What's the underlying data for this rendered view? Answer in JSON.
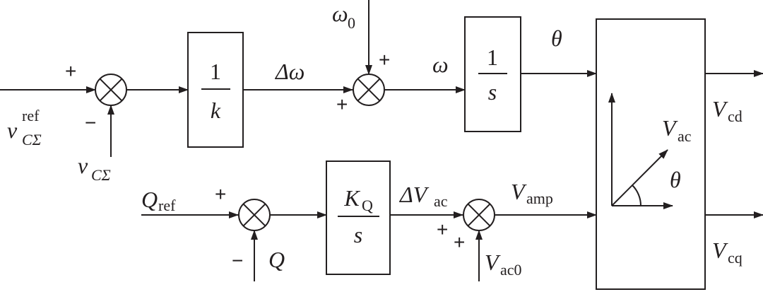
{
  "labels": {
    "v_ref": "v",
    "v_ref_sup": "ref",
    "v_ref_sub": "CΣ",
    "v_meas": "v",
    "v_meas_sub": "CΣ",
    "delta_omega": "Δω",
    "omega0": "ω",
    "omega0_sub": "0",
    "omega": "ω",
    "theta_top": "θ",
    "theta_angle": "θ",
    "q_ref": "Q",
    "q_ref_sub": "ref",
    "q": "Q",
    "delta_vac": "ΔV",
    "delta_vac_sub": "ac",
    "v_amp": "V",
    "v_amp_sub": "amp",
    "v_ac0": "V",
    "v_ac0_sub": "ac0",
    "v_ac": "V",
    "v_ac_sub": "ac",
    "v_cd": "V",
    "v_cd_sub": "cd",
    "v_cq": "V",
    "v_cq_sub": "cq"
  },
  "blocks": {
    "gain_k": {
      "numerator": "1",
      "denominator": "k"
    },
    "integrator_s": {
      "numerator": "1",
      "denominator": "s"
    },
    "gain_kq": {
      "numerator": "K",
      "numerator_sub": "Q",
      "denominator": "s"
    }
  },
  "signs": {
    "s1_plus": "+",
    "s1_minus": "−",
    "s2_plus_top": "+",
    "s2_plus_left": "+",
    "s3_plus": "+",
    "s3_minus": "−",
    "s4_plus_left": "+",
    "s4_plus_bottom": "+"
  }
}
